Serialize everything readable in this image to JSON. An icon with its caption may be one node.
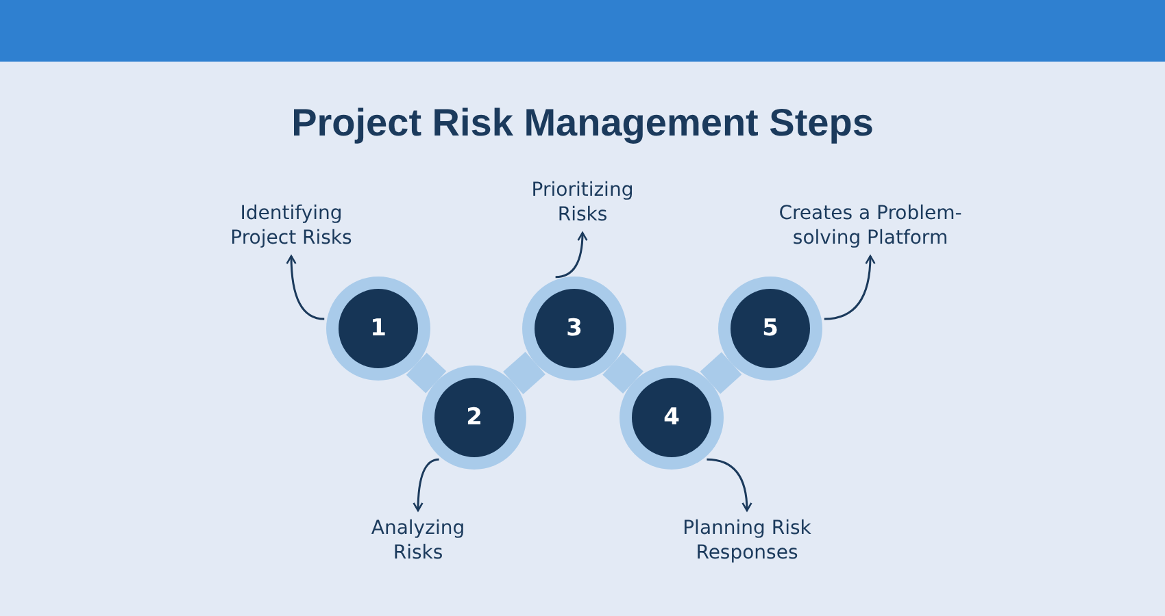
{
  "diagram": {
    "title": "Project Risk Management Steps",
    "nodes": [
      {
        "text": [
          "1"
        ]
      },
      {
        "text": [
          "2"
        ]
      },
      {
        "text": [
          "3"
        ]
      },
      {
        "text": [
          "4"
        ]
      },
      {
        "text": [
          "5"
        ]
      },
      {
        "text": [
          "Identifying Project Risks"
        ]
      },
      {
        "text": [
          "Analyzing Risks"
        ]
      },
      {
        "text": [
          "Prioritizing Risks"
        ]
      },
      {
        "text": [
          "Planning Risk Responses"
        ]
      },
      {
        "text": [
          "Creates a Problem-solving Platform"
        ]
      }
    ],
    "edges": [
      {
        "from": 0,
        "to": 1,
        "arrow": "none",
        "style": "thick",
        "color": "#a9cbea"
      },
      {
        "from": 1,
        "to": 2,
        "arrow": "none",
        "style": "thick",
        "color": "#a9cbea"
      },
      {
        "from": 2,
        "to": 3,
        "arrow": "none",
        "style": "thick",
        "color": "#a9cbea"
      },
      {
        "from": 3,
        "to": 4,
        "arrow": "none",
        "style": "thick",
        "color": "#a9cbea"
      },
      {
        "from": 0,
        "to": 5,
        "arrow": "to"
      },
      {
        "from": 1,
        "to": 6,
        "arrow": "to"
      },
      {
        "from": 2,
        "to": 7,
        "arrow": "to"
      },
      {
        "from": 3,
        "to": 8,
        "arrow": "to"
      },
      {
        "from": 4,
        "to": 9,
        "arrow": "to"
      }
    ]
  }
}
